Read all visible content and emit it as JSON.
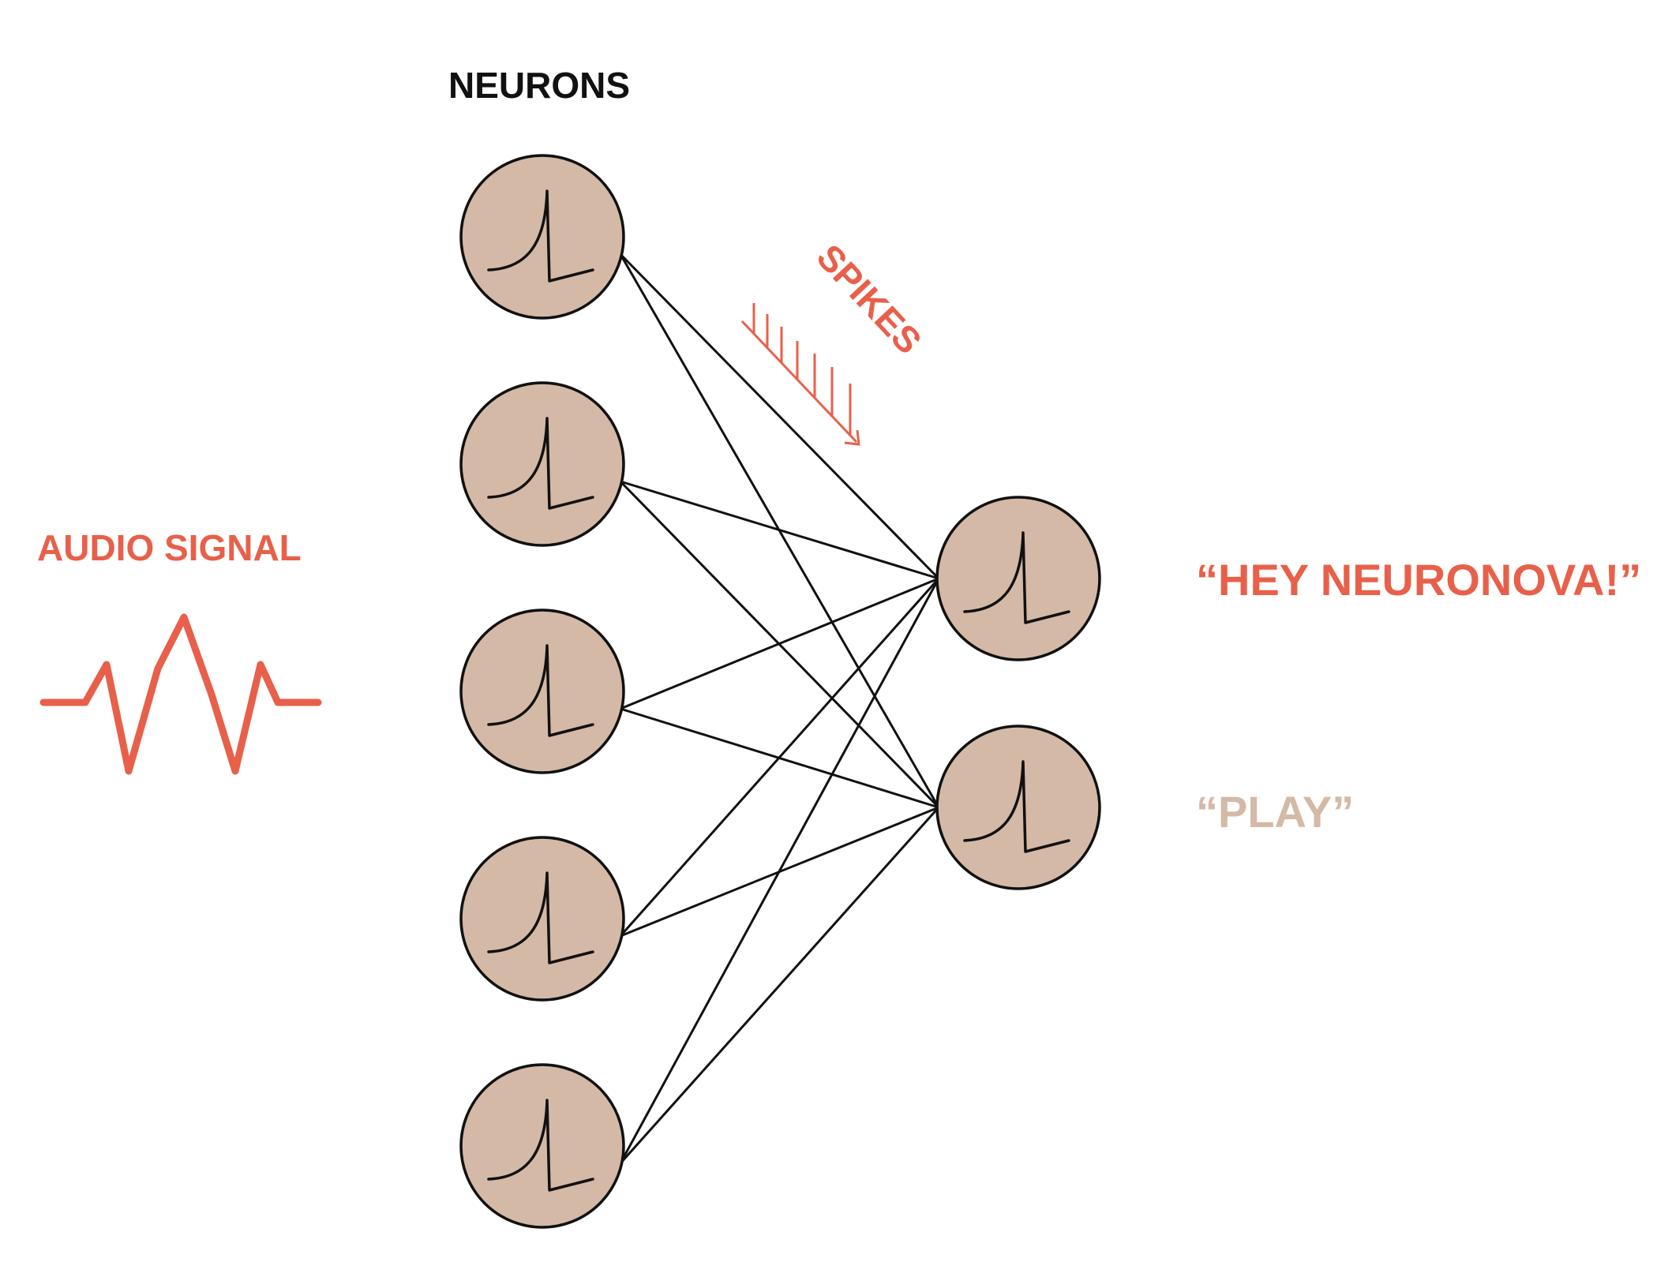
{
  "labels": {
    "neurons": "NEURONS",
    "audio_signal": "AUDIO SIGNAL",
    "spikes": "SPIKES",
    "output_active": "“HEY NEURONOVA!”",
    "output_inactive": "“PLAY”"
  },
  "network": {
    "input_neuron_count": 5,
    "output_neuron_count": 2
  },
  "colors": {
    "accent": "#e8604a",
    "neuron_fill": "#d4b9a7",
    "inactive_text": "#d4b9a7",
    "line": "#111111"
  }
}
